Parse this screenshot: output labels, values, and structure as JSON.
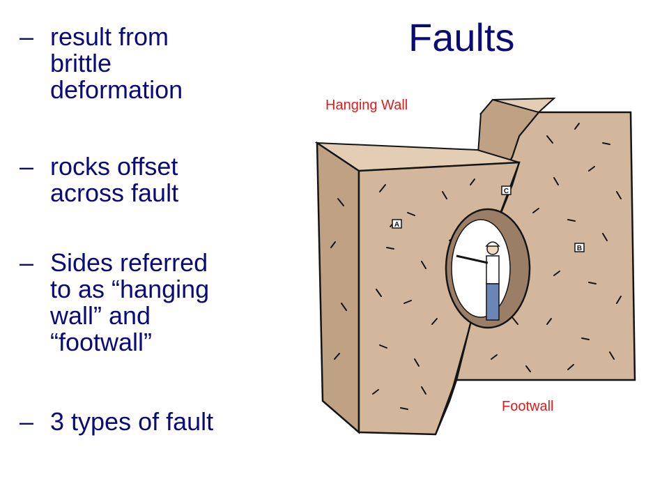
{
  "slide": {
    "title": "Faults",
    "bullets": [
      {
        "dash": "–",
        "text_lines": [
          "result from",
          "brittle",
          "deformation"
        ]
      },
      {
        "dash": "–",
        "text_lines": [
          "rocks offset",
          "across fault"
        ]
      },
      {
        "dash": "–",
        "text_lines": [
          "Sides referred",
          "to as “hanging",
          "wall” and",
          "“footwall”"
        ]
      },
      {
        "dash": "–",
        "text_lines": [
          "3 types of fault"
        ]
      }
    ]
  },
  "diagram": {
    "hanging_wall_label": "Hanging Wall",
    "footwall_label": "Footwall",
    "marker_a": "A",
    "marker_b": "B",
    "marker_c": "C"
  },
  "colors": {
    "text_navy": "#0a0a78",
    "label_red": "#e11b1b",
    "rock_fill": "#d2b79c",
    "rock_dark": "#bfa183",
    "outline": "#141414"
  }
}
